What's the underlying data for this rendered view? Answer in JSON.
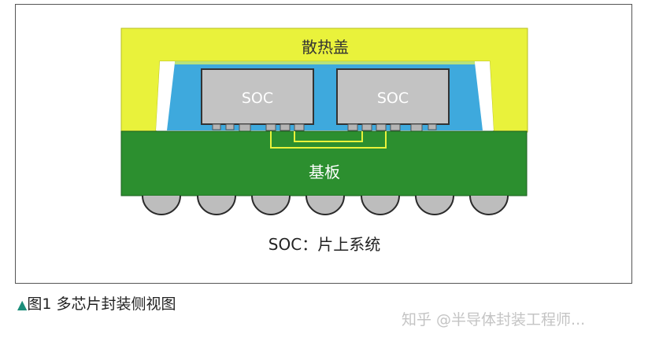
{
  "labels": {
    "heat_spreader": "散热盖",
    "chip_left": "SOC",
    "chip_right": "SOC",
    "substrate": "基板",
    "legend": "SOC：片上系统"
  },
  "caption": {
    "marker": "▲",
    "text": "图1 多芯片封装侧视图"
  },
  "watermark": "知乎 @半导体封装工程师...",
  "colors": {
    "heat_spreader": "#e9f23b",
    "thermal_interface": "#3ea9dd",
    "chip": "#c3c3c3",
    "substrate": "#2c8f2f",
    "interconnect": "#e9f23b",
    "solder_ball": "#bdbdbd",
    "caption_marker": "#1c8e7a"
  }
}
